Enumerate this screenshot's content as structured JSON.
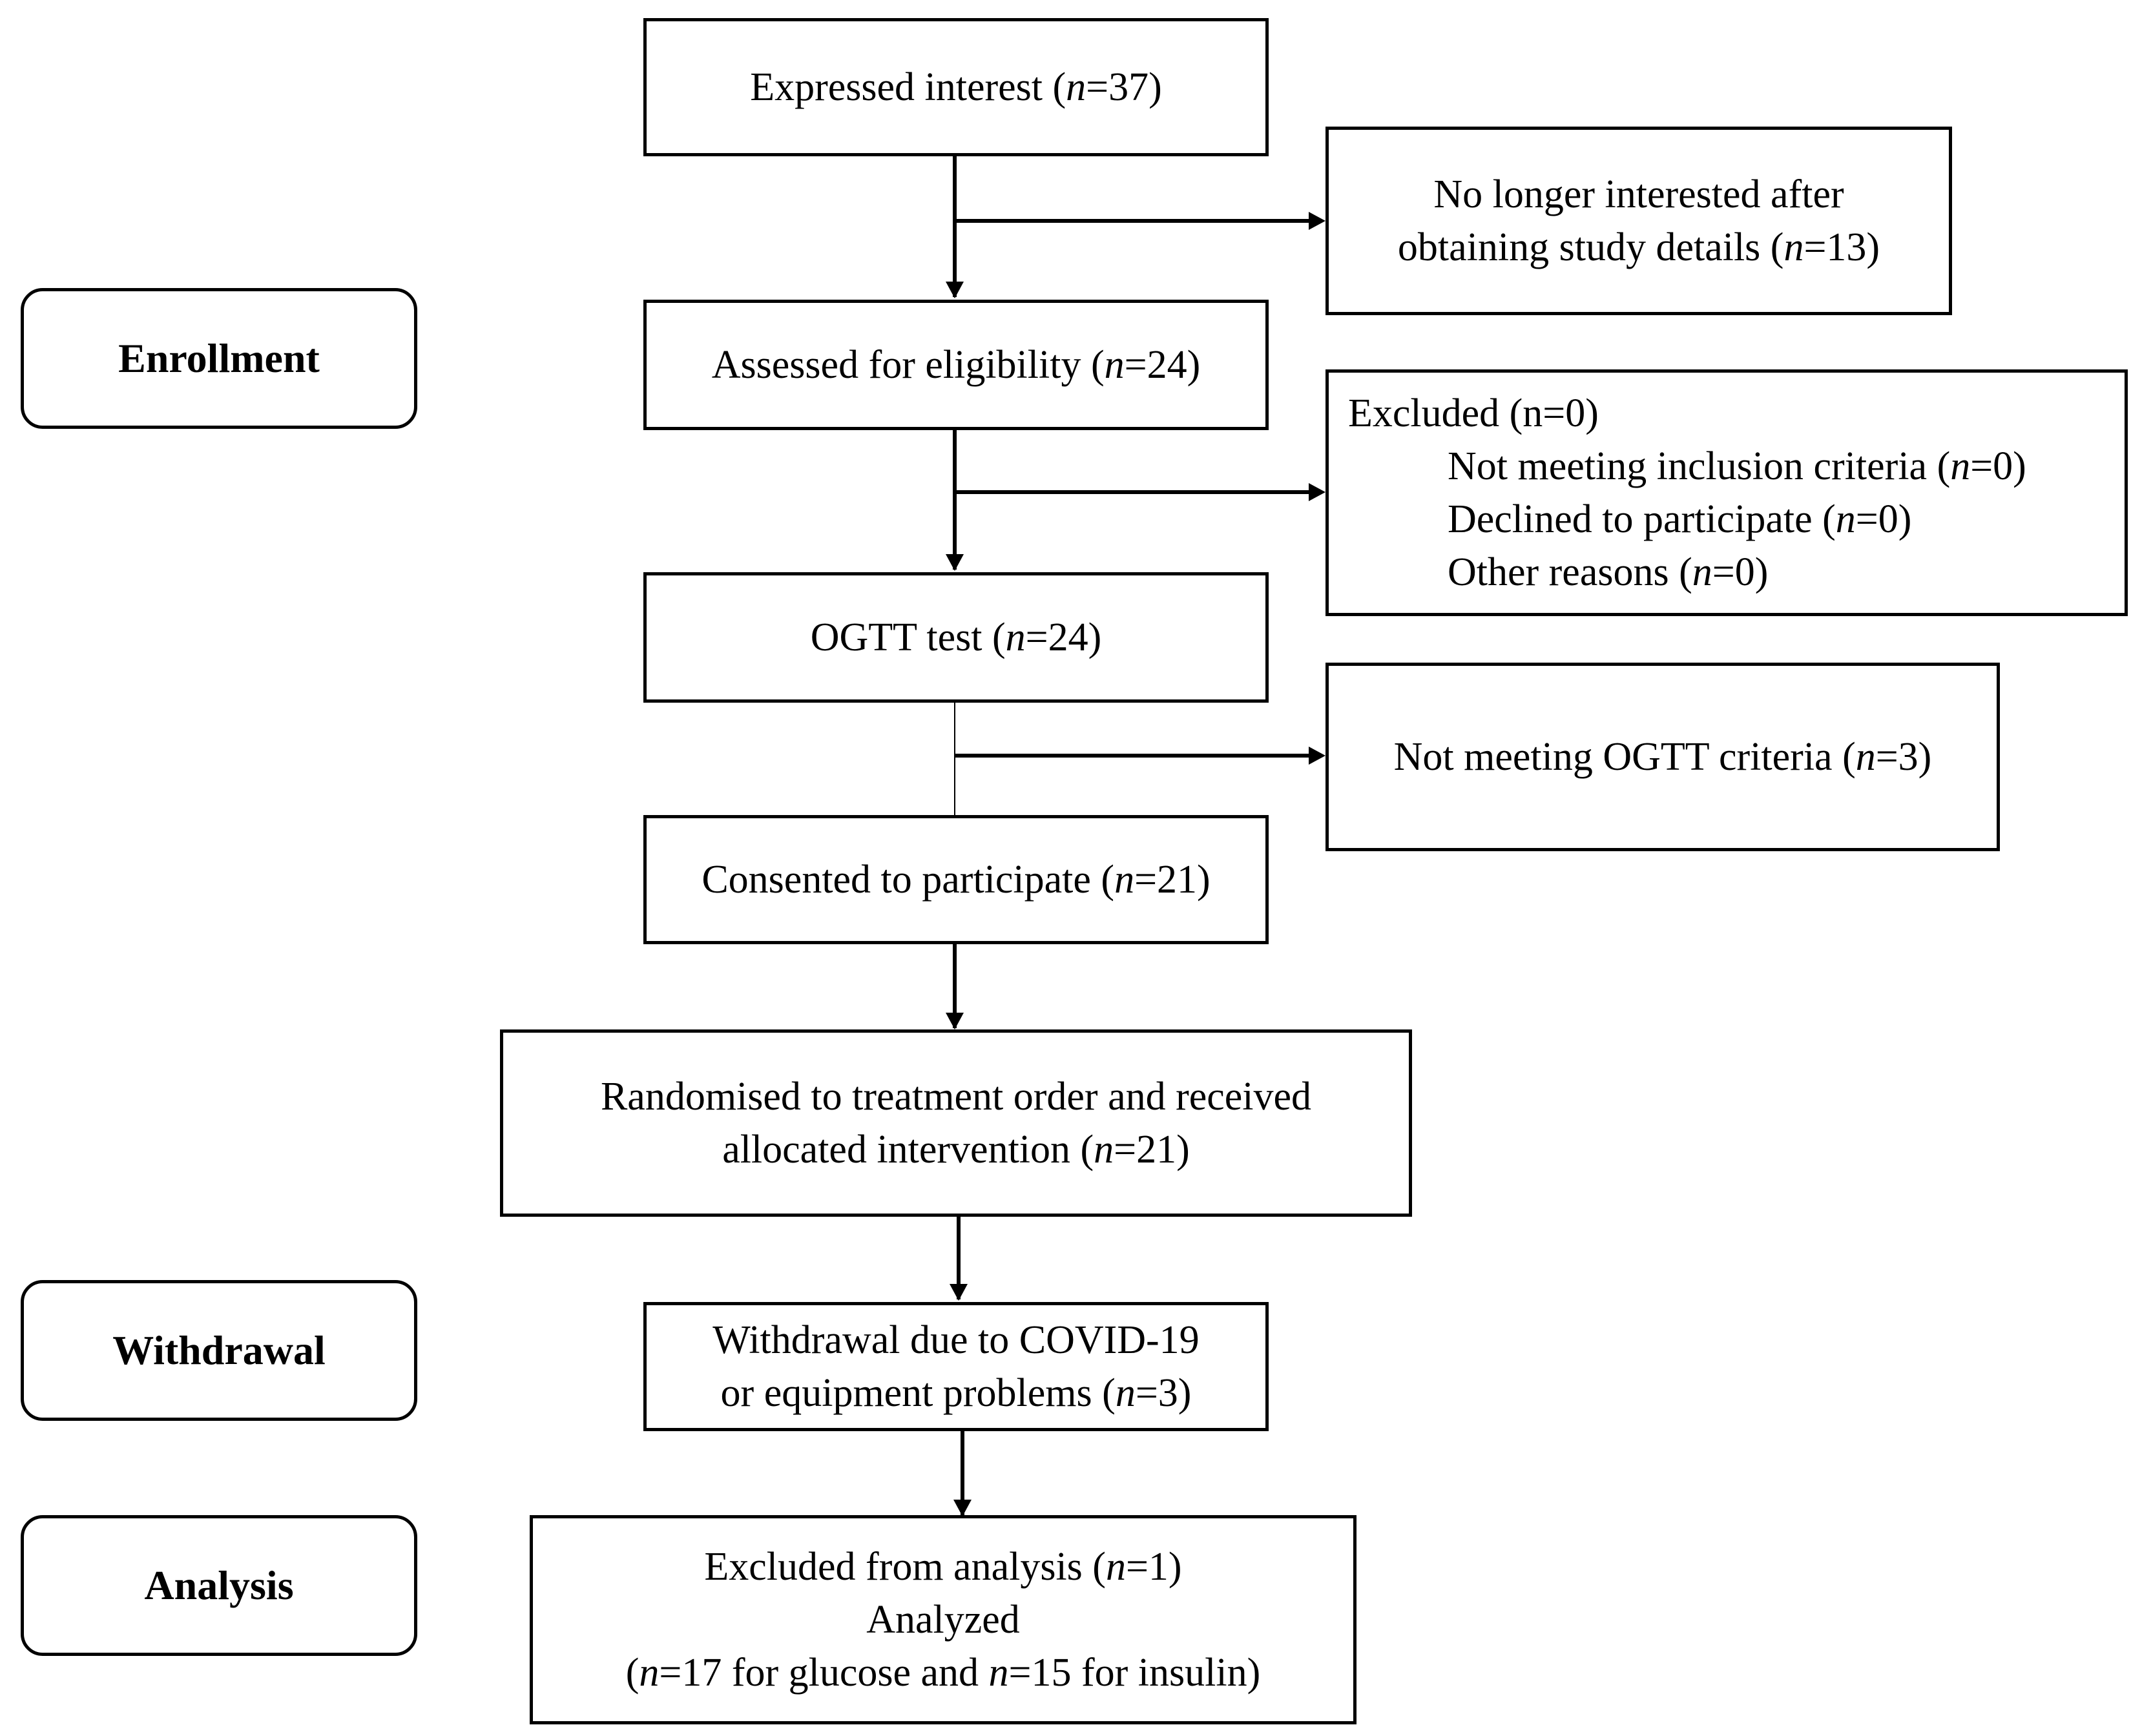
{
  "stages": {
    "enrollment": "Enrollment",
    "withdrawal": "Withdrawal",
    "analysis": "Analysis"
  },
  "n_symbol": "n",
  "boxes": {
    "expressed_interest": {
      "text": "Expressed interest (",
      "eq": "=37)"
    },
    "no_longer_interested": {
      "line1": "No longer interested after",
      "line2_text": "obtaining study details (",
      "line2_eq": "=13)"
    },
    "assessed": {
      "text": "Assessed for eligibility (",
      "eq": "=24)"
    },
    "excluded": {
      "title": "Excluded (n=0)",
      "item1_text": "Not meeting inclusion criteria (",
      "item1_eq": "=0)",
      "item2_text": "Declined to participate (",
      "item2_eq": "=0)",
      "item3_text": "Other reasons (",
      "item3_eq": "=0)"
    },
    "ogtt": {
      "text": "OGTT test (",
      "eq": "=24)"
    },
    "not_meeting_ogtt": {
      "text": "Not meeting OGTT criteria (",
      "eq": "=3)"
    },
    "consented": {
      "text": "Consented to participate (",
      "eq": "=21)"
    },
    "randomised": {
      "line1": "Randomised to treatment order and received",
      "line2_text": "allocated intervention (",
      "line2_eq": "=21)"
    },
    "withdrawal": {
      "line1": "Withdrawal due to COVID-19",
      "line2_text": "or equipment problems (",
      "line2_eq": "=3)"
    },
    "analysis": {
      "line1_text": "Excluded from analysis (",
      "line1_eq": "=1)",
      "line2": "Analyzed",
      "line3_open": "(",
      "line3_mid": "=17 for glucose and ",
      "line3_end": "=15 for insulin)"
    }
  }
}
